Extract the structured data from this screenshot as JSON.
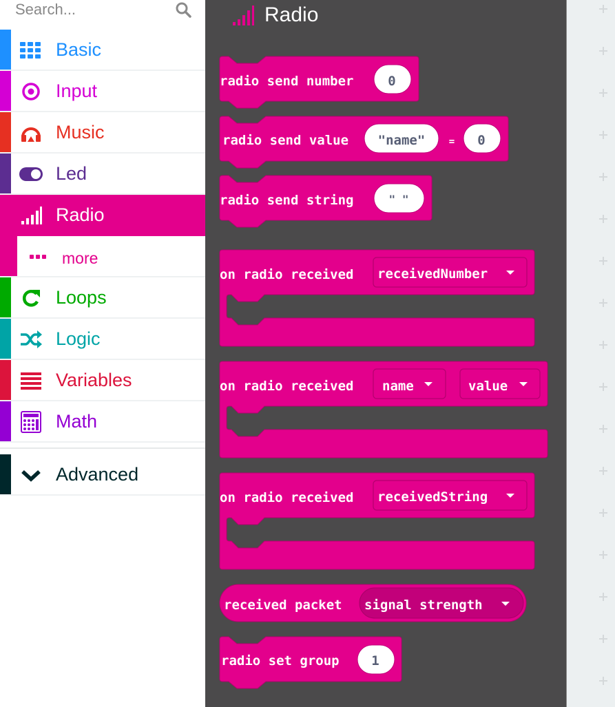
{
  "search": {
    "placeholder": "Search...",
    "icon": "search-icon"
  },
  "categories": [
    {
      "id": "basic",
      "label": "Basic",
      "color": "#1E90FF",
      "icon": "grid-icon"
    },
    {
      "id": "input",
      "label": "Input",
      "color": "#D400D4",
      "icon": "target-icon"
    },
    {
      "id": "music",
      "label": "Music",
      "color": "#E63022",
      "icon": "headphones-icon"
    },
    {
      "id": "led",
      "label": "Led",
      "color": "#5C2D91",
      "icon": "toggle-icon"
    },
    {
      "id": "radio",
      "label": "Radio",
      "color": "#E3008C",
      "icon": "signal-bars-icon",
      "selected": true
    },
    {
      "id": "more",
      "label": "more",
      "color": "#E3008C",
      "icon": "ellipsis-icon"
    },
    {
      "id": "loops",
      "label": "Loops",
      "color": "#00AA00",
      "icon": "refresh-icon"
    },
    {
      "id": "logic",
      "label": "Logic",
      "color": "#00A4A6",
      "icon": "shuffle-icon"
    },
    {
      "id": "variables",
      "label": "Variables",
      "color": "#DC143C",
      "icon": "list-icon"
    },
    {
      "id": "math",
      "label": "Math",
      "color": "#9400D3",
      "icon": "calculator-icon"
    }
  ],
  "advanced": {
    "label": "Advanced",
    "color": "#00272B",
    "icon": "chevron-down-icon"
  },
  "flyout": {
    "title": "Radio",
    "accent": "#E3008C",
    "blocks": [
      {
        "id": "send-number",
        "text": "radio send number",
        "field": "0"
      },
      {
        "id": "send-value",
        "text": "radio send value",
        "field1": "\"name\"",
        "eq": "=",
        "field2": "0"
      },
      {
        "id": "send-string",
        "text": "radio send string",
        "field": "\" \""
      },
      {
        "id": "on-received-number",
        "text": "on radio received",
        "dropdown": "receivedNumber"
      },
      {
        "id": "on-received-value",
        "text": "on radio received",
        "dropdown1": "name",
        "dropdown2": "value"
      },
      {
        "id": "on-received-string",
        "text": "on radio received",
        "dropdown": "receivedString"
      },
      {
        "id": "received-packet",
        "text": "received packet",
        "dropdown": "signal strength"
      },
      {
        "id": "set-group",
        "text": "radio set group",
        "field": "1"
      }
    ]
  }
}
